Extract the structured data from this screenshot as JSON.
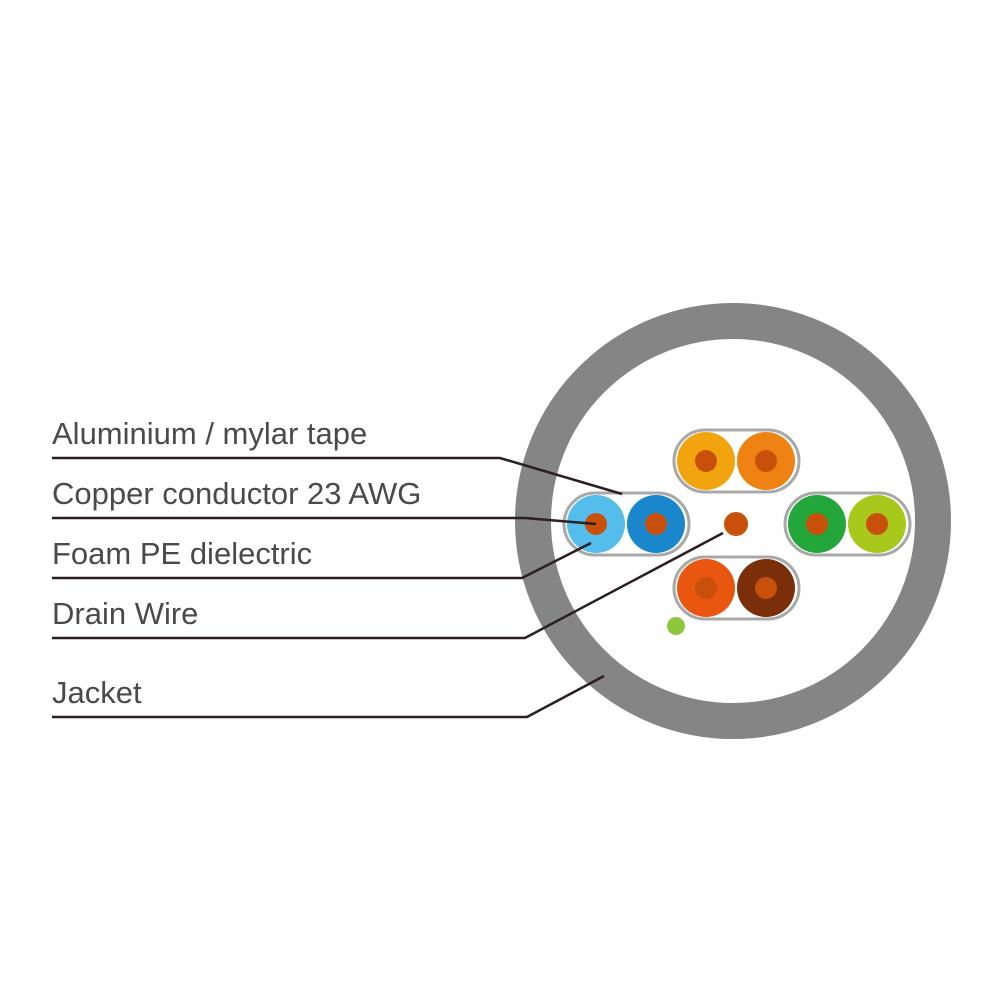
{
  "labels": {
    "tape": "Aluminium / mylar tape",
    "conductor": "Copper conductor 23 AWG",
    "dielectric": "Foam PE dielectric",
    "drain": "Drain Wire",
    "jacket": "Jacket"
  },
  "colors": {
    "jacket": "#858585",
    "tape_outline": "#a8a8a8",
    "copper": "#c8500a",
    "leader": "#2b1f1f",
    "drain_small": "#8dc63f",
    "pair_blue": [
      "#55bdeb",
      "#1a86cc"
    ],
    "pair_orange": [
      "#f2a40e",
      "#ee8212"
    ],
    "pair_green": [
      "#23a63a",
      "#a8c81c"
    ],
    "pair_brown": [
      "#e9560f",
      "#7a2e0a"
    ]
  }
}
